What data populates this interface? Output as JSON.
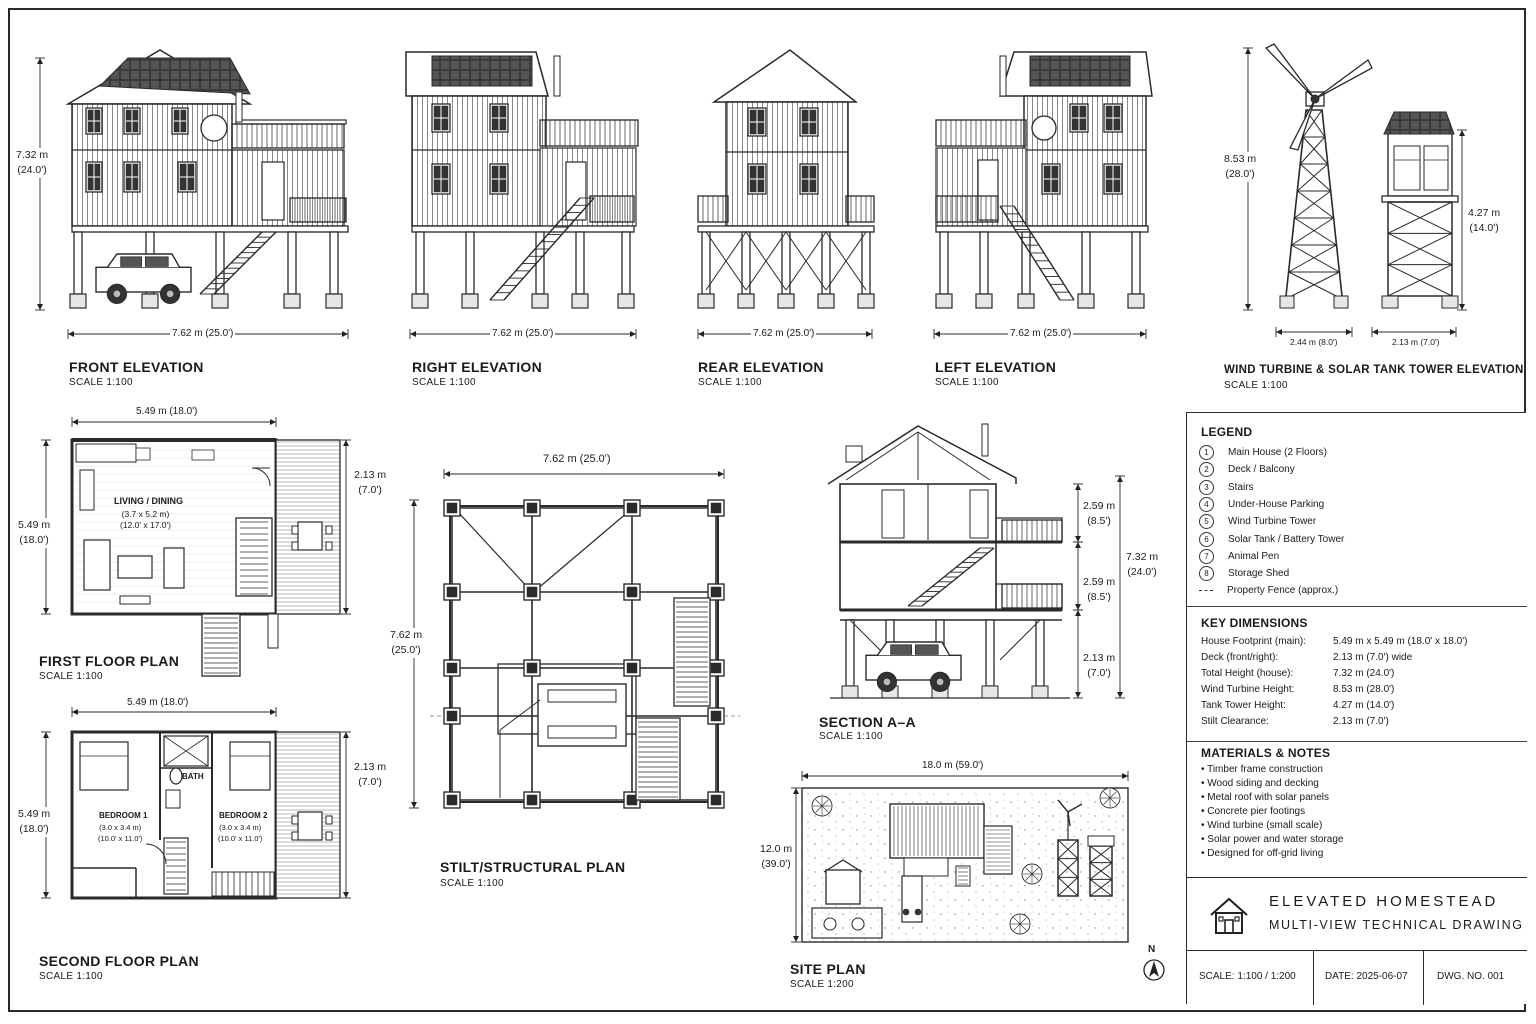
{
  "views": {
    "front": {
      "title": "FRONT ELEVATION",
      "scale": "SCALE  1:100",
      "width": "7.62 m (25.0')",
      "height": "7.32 m\n(24.0')"
    },
    "right": {
      "title": "RIGHT ELEVATION",
      "scale": "SCALE  1:100",
      "width": "7.62 m (25.0')"
    },
    "rear": {
      "title": "REAR ELEVATION",
      "scale": "SCALE  1:100",
      "width": "7.62 m (25.0')"
    },
    "left": {
      "title": "LEFT ELEVATION",
      "scale": "SCALE  1:100",
      "width": "7.62 m (25.0')"
    },
    "turbine": {
      "title": "WIND TURBINE & SOLAR TANK TOWER ELEVATION",
      "scale": "SCALE  1:100",
      "turbine_height": "8.53 m\n(28.0')",
      "tower_height": "4.27 m\n(14.0')",
      "turbine_base": "2.44 m (8.0')",
      "tower_base": "2.13 m (7.0')"
    },
    "first_floor": {
      "title": "FIRST FLOOR PLAN",
      "scale": "SCALE  1:100",
      "width": "5.49 m (18.0')",
      "height": "5.49 m\n(18.0')",
      "deck": "2.13 m\n(7.0')",
      "room": "LIVING / DINING",
      "room_size": "(3.7 x 5.2 m)\n(12.0' x 17.0')"
    },
    "second_floor": {
      "title": "SECOND FLOOR PLAN",
      "scale": "SCALE  1:100",
      "width": "5.49 m (18.0')",
      "height": "5.49 m\n(18.0')",
      "deck": "2.13 m\n(7.0')",
      "bedroom1": "BEDROOM 1",
      "bedroom1_size": "(3.0 x 3.4 m)\n(10.0' x 11.0')",
      "bedroom2": "BEDROOM 2",
      "bedroom2_size": "(3.0 x 3.4 m)\n(10.0' x 11.0')",
      "bath": "BATH"
    },
    "stilt": {
      "title": "STILT/STRUCTURAL PLAN",
      "scale": "SCALE  1:100",
      "width": "7.62 m (25.0')",
      "height": "7.62 m\n(25.0')"
    },
    "section": {
      "title": "SECTION  A–A",
      "scale": "SCALE  1:100",
      "floor_upper": "2.59 m\n(8.5')",
      "floor_lower": "2.59 m\n(8.5')",
      "clearance": "2.13 m\n(7.0')",
      "total": "7.32 m\n(24.0')"
    },
    "site": {
      "title": "SITE PLAN",
      "scale": "SCALE  1:200",
      "width": "18.0 m (59.0')",
      "height": "12.0 m\n(39.0')",
      "north": "N"
    }
  },
  "legend": {
    "heading": "LEGEND",
    "items": [
      {
        "num": "1",
        "label": "Main House (2 Floors)"
      },
      {
        "num": "2",
        "label": "Deck / Balcony"
      },
      {
        "num": "3",
        "label": "Stairs"
      },
      {
        "num": "4",
        "label": "Under-House Parking"
      },
      {
        "num": "5",
        "label": "Wind Turbine Tower"
      },
      {
        "num": "6",
        "label": "Solar Tank / Battery Tower"
      },
      {
        "num": "7",
        "label": "Animal Pen"
      },
      {
        "num": "8",
        "label": "Storage Shed"
      }
    ],
    "fence": "Property Fence (approx.)"
  },
  "key_dimensions": {
    "heading": "KEY DIMENSIONS",
    "rows": [
      {
        "k": "House Footprint (main):",
        "v": "5.49 m x 5.49 m (18.0' x 18.0')"
      },
      {
        "k": "Deck (front/right):",
        "v": "2.13 m (7.0') wide"
      },
      {
        "k": "Total Height (house):",
        "v": "7.32 m (24.0')"
      },
      {
        "k": "Wind Turbine Height:",
        "v": "8.53 m (28.0')"
      },
      {
        "k": "Tank Tower Height:",
        "v": "4.27 m (14.0')"
      },
      {
        "k": "Stilt Clearance:",
        "v": "2.13 m (7.0')"
      }
    ]
  },
  "materials": {
    "heading": "MATERIALS & NOTES",
    "items": [
      "• Timber frame construction",
      "• Wood siding and decking",
      "• Metal roof with solar panels",
      "• Concrete pier footings",
      "• Wind turbine (small scale)",
      "• Solar power and water storage",
      "• Designed for off-grid living"
    ]
  },
  "title_block": {
    "title": "ELEVATED  HOMESTEAD",
    "subtitle": "MULTI-VIEW  TECHNICAL  DRAWING",
    "scale": "SCALE: 1:100 / 1:200",
    "date": "DATE: 2025-06-07",
    "dwg": "DWG. NO. 001",
    "icon": "house-icon"
  },
  "colors": {
    "ink": "#1b1b1b",
    "line": "#2a2a2a",
    "light": "#8a8a8a"
  }
}
